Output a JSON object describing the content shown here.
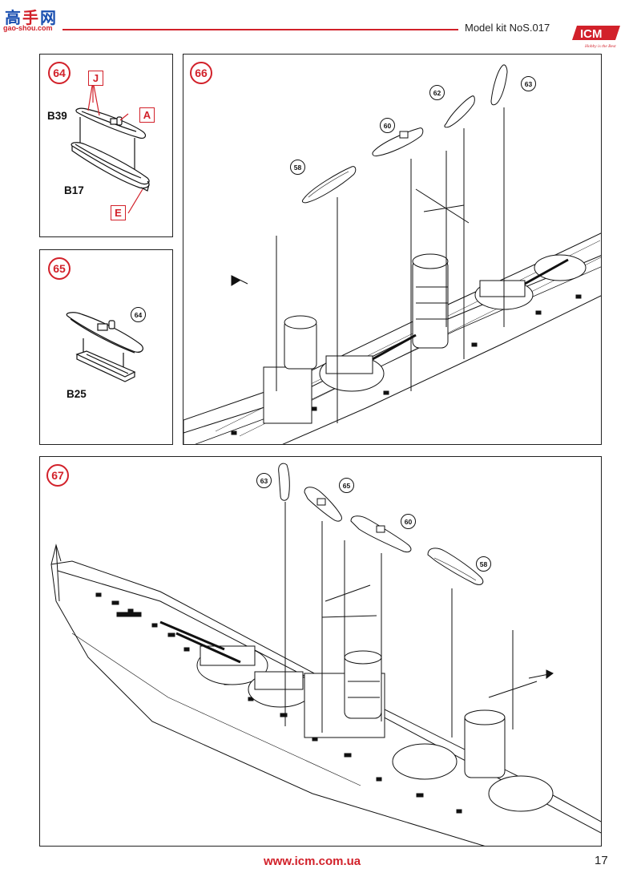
{
  "watermark": {
    "cn_1": "高",
    "cn_2": "手",
    "cn_3": "网",
    "url": "gao-shou.com"
  },
  "header": {
    "title": "Model kit NoS.017",
    "brand": "ICM",
    "tagline": "Hobby is the Best",
    "accent_color": "#d2212a"
  },
  "steps": {
    "s64": {
      "number": "64",
      "parts": {
        "b39": "B39",
        "b17": "B17"
      },
      "letters": {
        "j": "J",
        "a": "A",
        "e": "E"
      }
    },
    "s65": {
      "number": "65",
      "parts": {
        "b25": "B25"
      },
      "callout": "64"
    },
    "s66": {
      "number": "66",
      "callouts": {
        "c58": "58",
        "c60": "60",
        "c62": "62",
        "c63": "63"
      }
    },
    "s67": {
      "number": "67",
      "callouts": {
        "c63": "63",
        "c65": "65",
        "c60": "60",
        "c58": "58"
      }
    }
  },
  "footer": {
    "url": "www.icm.com.ua",
    "page_number": "17"
  }
}
